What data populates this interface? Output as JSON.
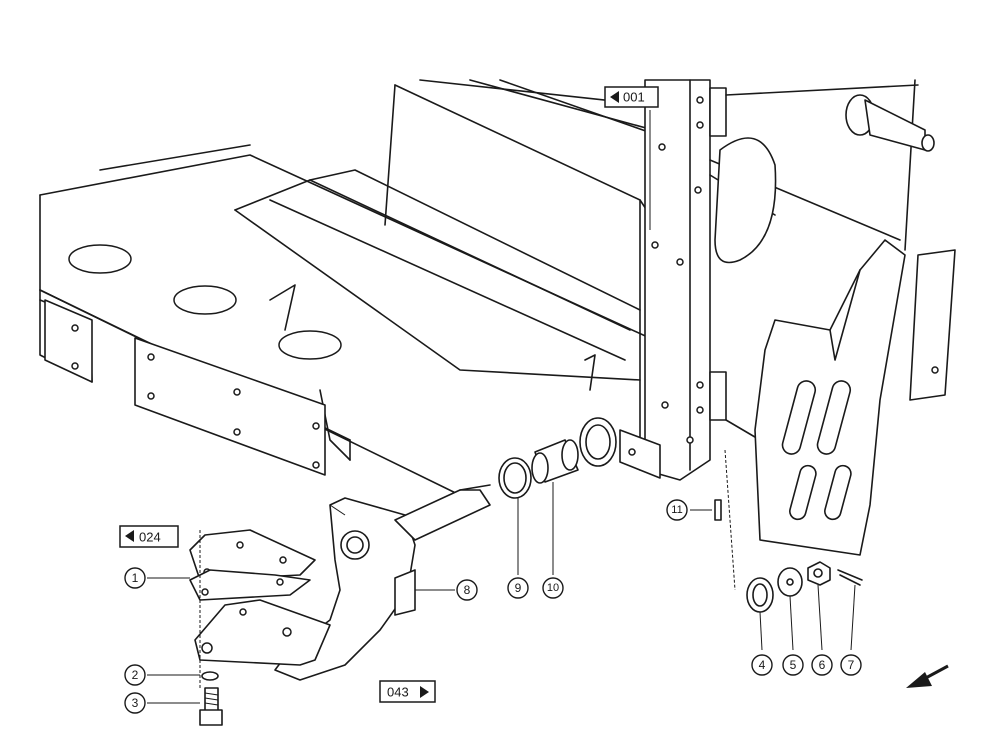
{
  "callouts": [
    {
      "label": "1"
    },
    {
      "label": "2"
    },
    {
      "label": "3"
    },
    {
      "label": "4"
    },
    {
      "label": "5"
    },
    {
      "label": "6"
    },
    {
      "label": "7"
    },
    {
      "label": "8"
    },
    {
      "label": "9"
    },
    {
      "label": "10"
    },
    {
      "label": "11"
    }
  ],
  "references": {
    "ref_001": "001",
    "ref_024": "024",
    "ref_043": "043"
  },
  "colors": {
    "ink": "#1a1a1a",
    "paper": "#ffffff"
  }
}
